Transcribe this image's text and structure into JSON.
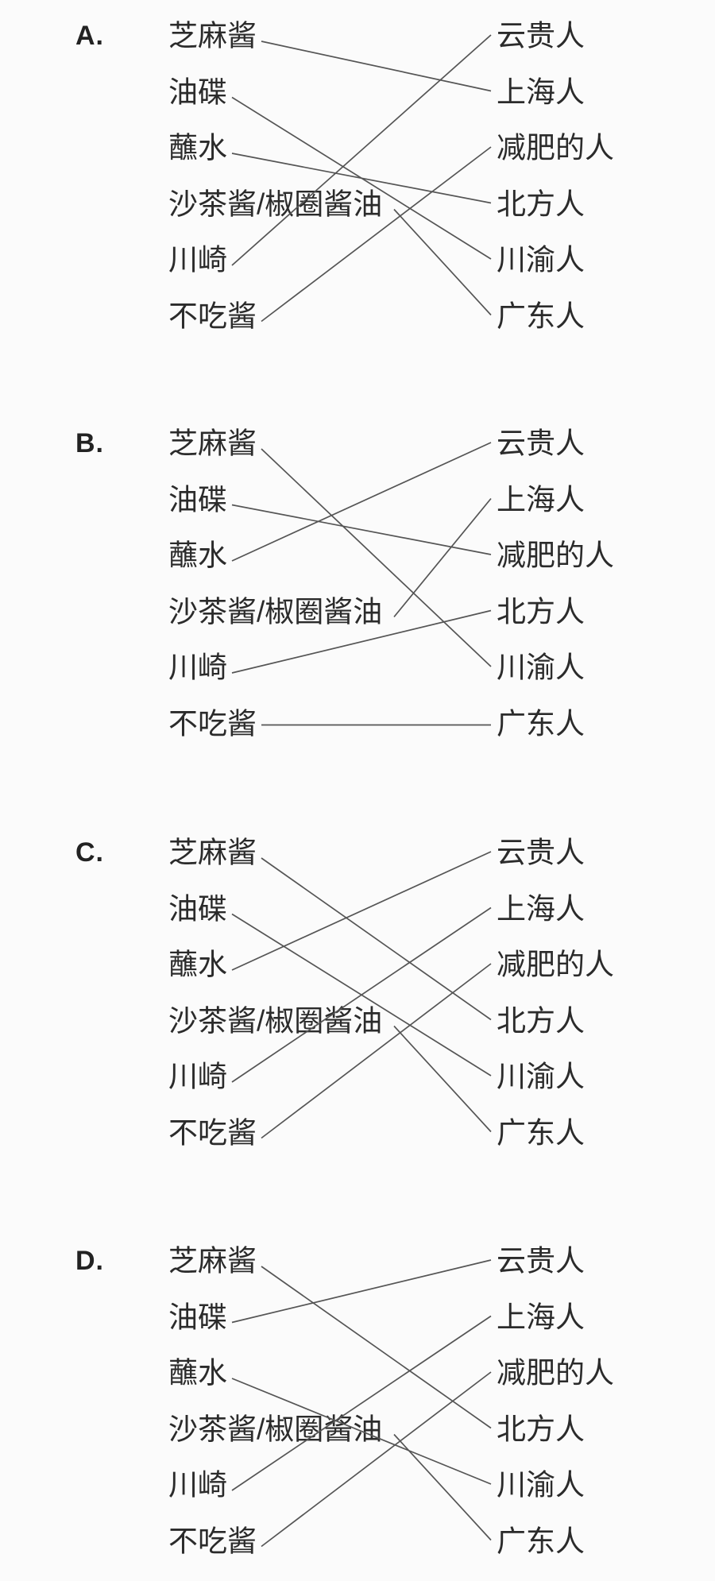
{
  "page": {
    "background_color": "#fbfbfb",
    "text_color": "#2b2b2b",
    "letter_color": "#222222",
    "line_color": "#555555"
  },
  "question": {
    "left_items": [
      "芝麻酱",
      "油碟",
      "蘸水",
      "沙茶酱/椒圈酱油",
      "川崎",
      "不吃酱"
    ],
    "right_items": [
      "云贵人",
      "上海人",
      "减肥的人",
      "北方人",
      "川渝人",
      "广东人"
    ],
    "options": [
      {
        "label": "A.",
        "connections": [
          [
            0,
            1
          ],
          [
            1,
            4
          ],
          [
            2,
            3
          ],
          [
            3,
            5
          ],
          [
            4,
            0
          ],
          [
            5,
            2
          ]
        ]
      },
      {
        "label": "B.",
        "connections": [
          [
            0,
            4
          ],
          [
            1,
            2
          ],
          [
            2,
            0
          ],
          [
            3,
            1
          ],
          [
            4,
            3
          ],
          [
            5,
            5
          ]
        ]
      },
      {
        "label": "C.",
        "connections": [
          [
            0,
            3
          ],
          [
            1,
            4
          ],
          [
            2,
            0
          ],
          [
            3,
            5
          ],
          [
            4,
            1
          ],
          [
            5,
            2
          ]
        ]
      },
      {
        "label": "D.",
        "connections": [
          [
            0,
            3
          ],
          [
            1,
            0
          ],
          [
            2,
            4
          ],
          [
            3,
            5
          ],
          [
            4,
            1
          ],
          [
            5,
            2
          ]
        ]
      }
    ]
  }
}
